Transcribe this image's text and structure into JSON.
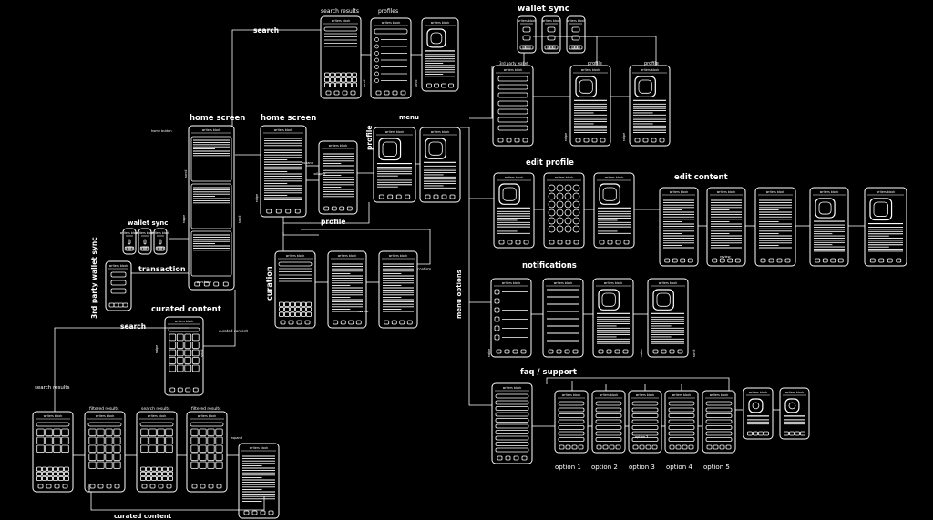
{
  "palette": {
    "background": "#000000",
    "stroke": "#ffffff",
    "muted": "#bdbdbd"
  },
  "screen_header": "writers block",
  "sections": {
    "home_screen_1": "home screen",
    "home_screen_2": "home screen",
    "search_results_top": "search results",
    "profiles_top": "profiles",
    "wallet_sync_top": "wallet sync",
    "third_party_wallet_top": "3rd party wallet",
    "profile_a": "profile",
    "profile_b": "profile",
    "menu": "menu",
    "edit_profile": "edit profile",
    "edit_content": "edit content",
    "notifications": "notifications",
    "faq_support": "faq / support",
    "wallet_sync_left": "wallet sync",
    "transaction": "transaction",
    "third_party_wallet_sync": "3rd party wallet sync",
    "curated_content_mid": "curated content",
    "curated_content_bottom": "curated content",
    "search_results_bottom": "search results",
    "filtered_results_1": "filtered results",
    "search_results_2": "search results",
    "filtered_results_2": "filtered results",
    "curation": "curation"
  },
  "connectors": {
    "search_top": "search",
    "search_left": "search",
    "profile_vertical": "profile",
    "profile_horizontal": "profile",
    "menu_options": "menu options",
    "home_button": "home button",
    "expand_1": "expand",
    "expand_2": "expand",
    "collapse": "collapse",
    "confirm": "confirm",
    "review_1": "review",
    "review_2": "review",
    "curated_content_small": "curated content",
    "purchase": "purchase"
  },
  "swipe_labels": {
    "scroll": "scroll",
    "swipe": "swipe"
  },
  "faq_options": [
    "option 1",
    "option 2",
    "option 3",
    "option 4",
    "option 5"
  ],
  "faq_inner_option": "option 3"
}
